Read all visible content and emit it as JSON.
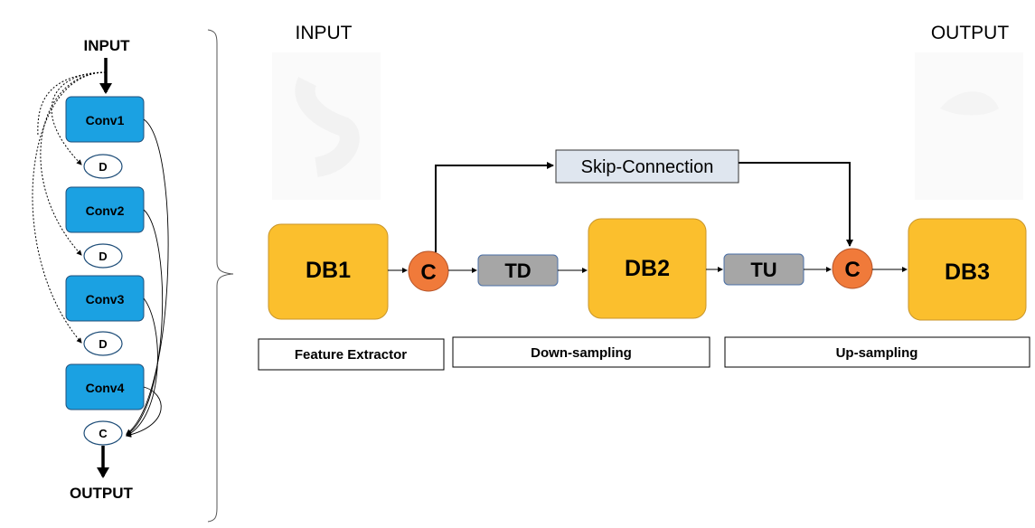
{
  "left_block": {
    "input_label": "INPUT",
    "output_label": "OUTPUT",
    "conv_layers": [
      "Conv1",
      "Conv2",
      "Conv3",
      "Conv4"
    ],
    "dropout_label": "D",
    "concat_label": "C",
    "conv_color": "#1ba1e2",
    "oval_border_color": "#1f4e79"
  },
  "right_block": {
    "input_label": "INPUT",
    "output_label": "OUTPUT",
    "dense_blocks": [
      "DB1",
      "DB2",
      "DB3"
    ],
    "concat_label": "C",
    "transition_down": "TD",
    "transition_up": "TU",
    "skip_connection": "Skip-Connection",
    "stages": [
      "Feature Extractor",
      "Down-sampling",
      "Up-sampling"
    ],
    "colors": {
      "dense_block": "#fbbf2d",
      "concat": "#f07a3a",
      "transition": "#a6a6a6",
      "skip_box": "#dfe6ef"
    }
  }
}
